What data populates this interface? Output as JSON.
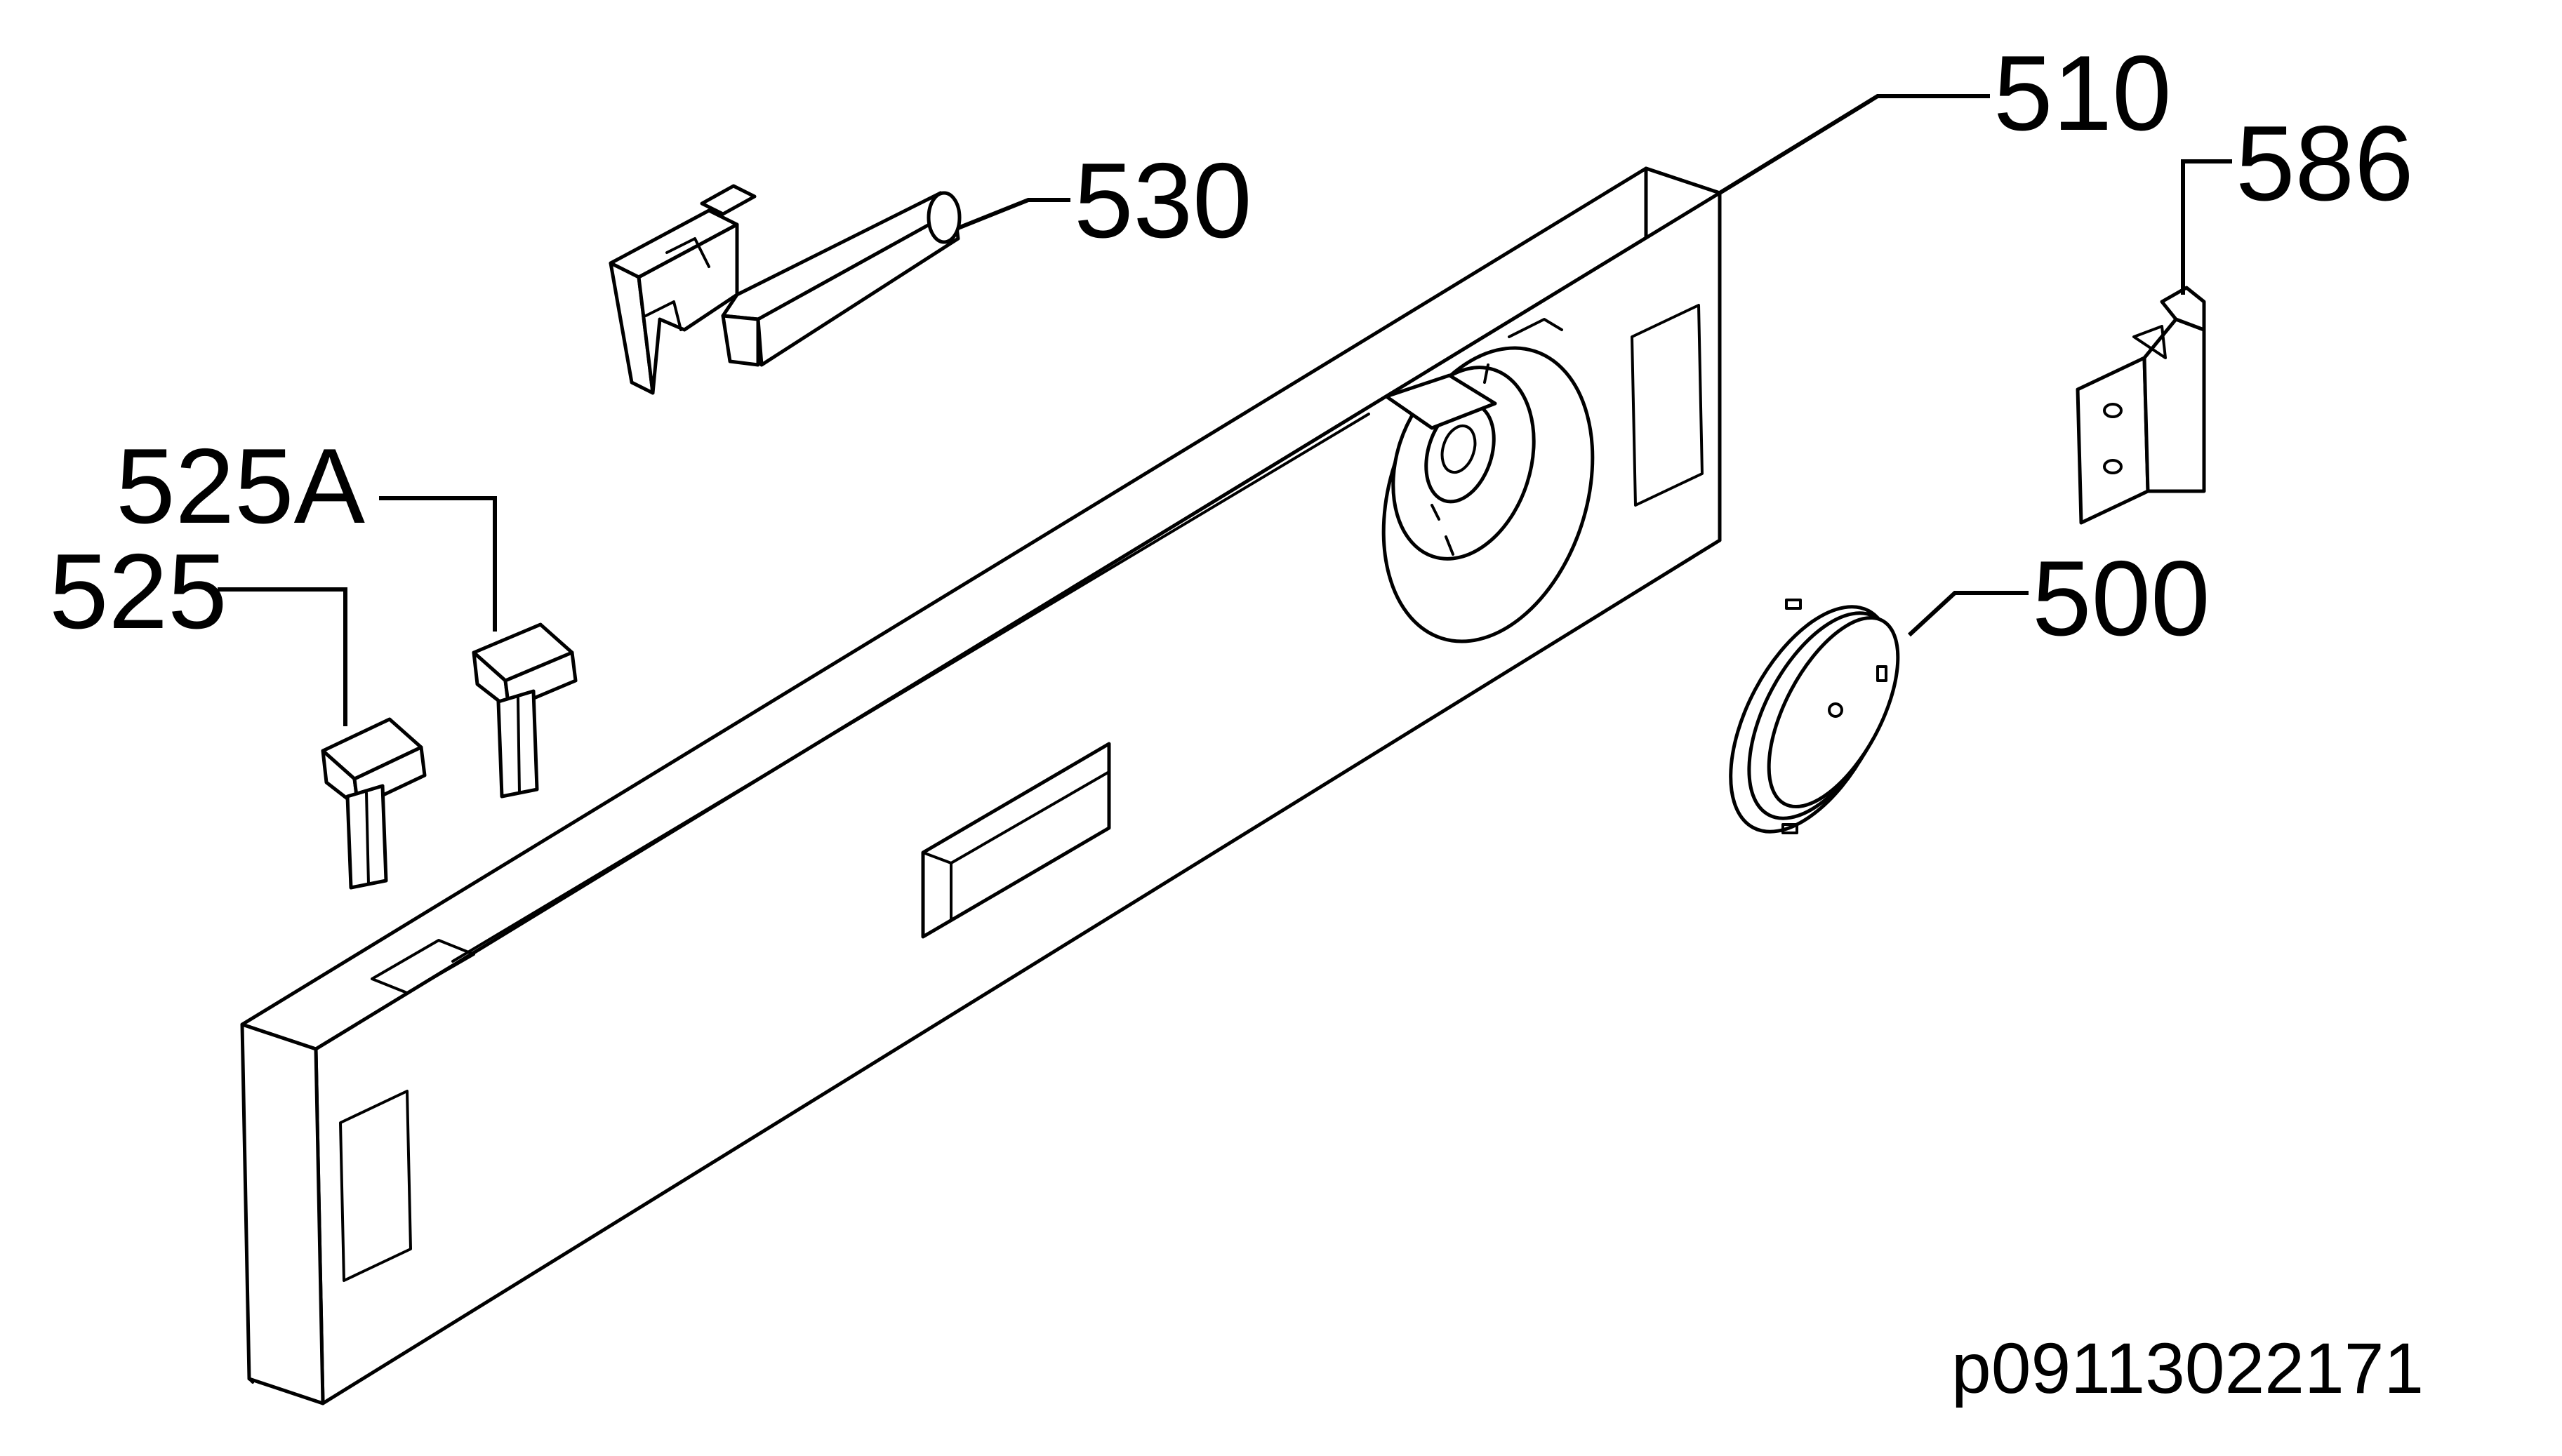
{
  "diagram": {
    "callouts": {
      "p510": "510",
      "p530": "530",
      "p586": "586",
      "p525A": "525A",
      "p525": "525",
      "p500": "500"
    },
    "reference_code": "p09113022171",
    "colors": {
      "line": "#000000",
      "background": "#ffffff"
    }
  }
}
